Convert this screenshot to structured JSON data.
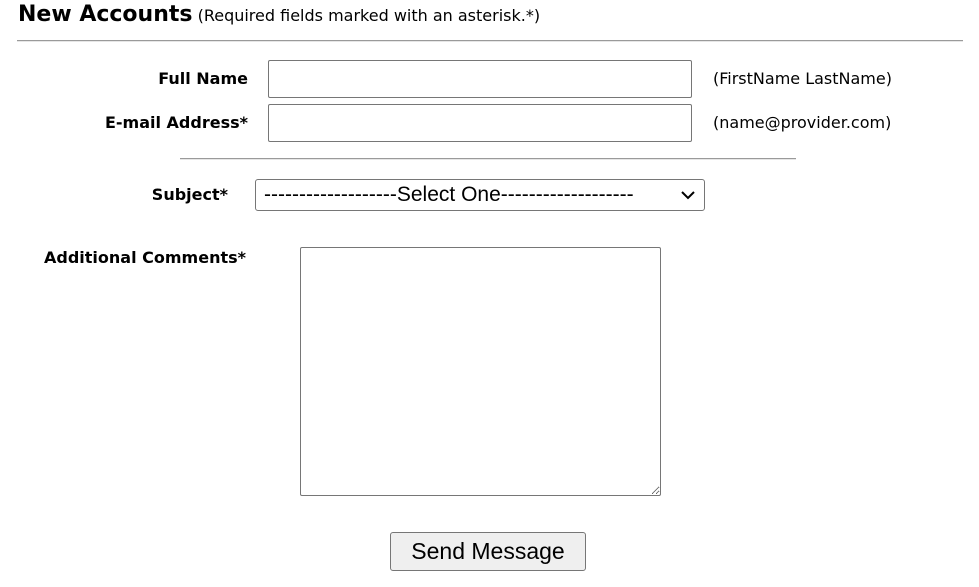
{
  "header": {
    "title": "New Accounts",
    "note": "(Required fields marked with an asterisk.*)"
  },
  "form": {
    "full_name": {
      "label": "Full Name",
      "value": "",
      "hint": "(FirstName LastName)"
    },
    "email": {
      "label": "E-mail Address*",
      "value": "",
      "hint": "(name@provider.com)"
    },
    "subject": {
      "label": "Subject*",
      "selected": "-------------------Select One-------------------"
    },
    "comments": {
      "label": "Additional Comments*",
      "value": ""
    },
    "submit_label": "Send Message"
  },
  "icons": {
    "dropdown": "chevron-down-icon"
  }
}
